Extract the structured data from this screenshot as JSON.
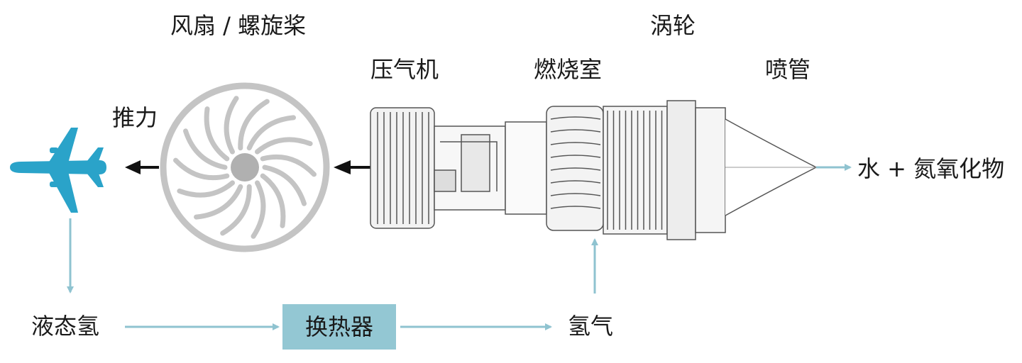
{
  "labels": {
    "fan": "风扇 / 螺旋桨",
    "turbine": "涡轮",
    "compressor": "压气机",
    "combustor": "燃烧室",
    "nozzle": "喷管",
    "thrust": "推力",
    "exhaust": "水 + 氮氧化物",
    "liquid_hydrogen": "液态氢",
    "heat_exchanger": "换热器",
    "hydrogen_gas": "氢气"
  },
  "colors": {
    "flow_arrow": "#8fc3d0",
    "heat_exchanger_fill": "#93c7d3",
    "aircraft": "#2aa3c9",
    "fan_gray": "#c4c4c4",
    "engine_line": "#555555",
    "thrust_arrow": "#111111"
  },
  "icons": {
    "aircraft": "airplane-icon",
    "fan": "fan-icon",
    "engine": "turbofan-engine-icon"
  }
}
